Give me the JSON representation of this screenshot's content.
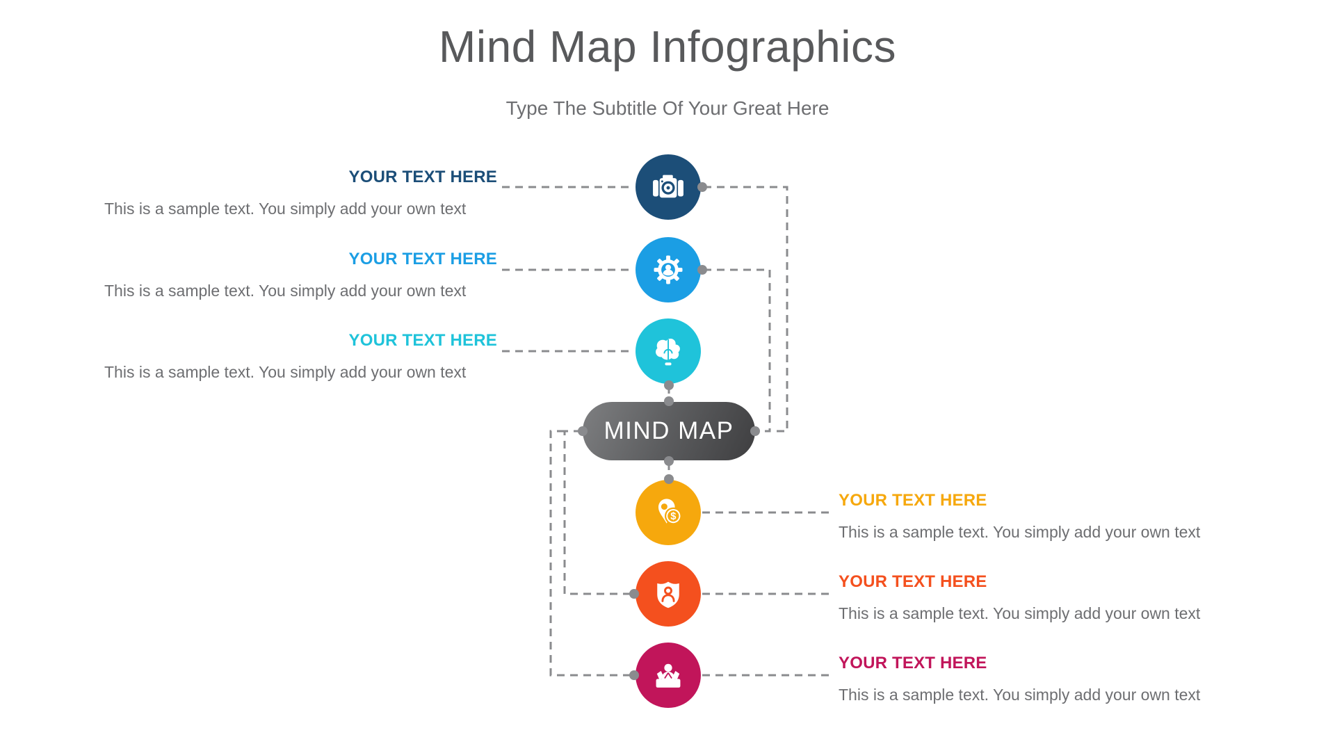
{
  "slide": {
    "title": "Mind Map Infographics",
    "subtitle": "Type The Subtitle Of Your Great Here"
  },
  "center": {
    "label": "MIND MAP"
  },
  "colors": {
    "title_text": "#58595b",
    "subtitle_text": "#6d6e71",
    "body_text": "#6d6e71",
    "connector": "#8a8b8e",
    "pill_gradient_light": "#7e7f81",
    "pill_gradient_dark": "#3e3e40"
  },
  "nodes": [
    {
      "heading": "YOUR TEXT HERE",
      "body": "This is a sample text. You simply add your own text",
      "color": "#1c4e78",
      "icon": "camera-icon",
      "side": "left"
    },
    {
      "heading": "YOUR TEXT HERE",
      "body": "This is a sample text. You simply add your own text",
      "color": "#1b9ee4",
      "icon": "gear-user-icon",
      "side": "left"
    },
    {
      "heading": "YOUR TEXT HERE",
      "body": "This is a sample text. You simply add your own text",
      "color": "#1fc3da",
      "icon": "brain-idea-icon",
      "side": "left"
    },
    {
      "heading": "YOUR TEXT HERE",
      "body": "This is a sample text. You simply add your own text",
      "color": "#f6a80d",
      "icon": "money-location-icon",
      "side": "right"
    },
    {
      "heading": "YOUR TEXT HERE",
      "body": "This is a sample text. You simply add your own text",
      "color": "#f4501e",
      "icon": "shield-user-icon",
      "side": "right"
    },
    {
      "heading": "YOUR TEXT HERE",
      "body": "This is a sample text. You simply add your own text",
      "color": "#c1155a",
      "icon": "podium-person-icon",
      "side": "right"
    }
  ]
}
